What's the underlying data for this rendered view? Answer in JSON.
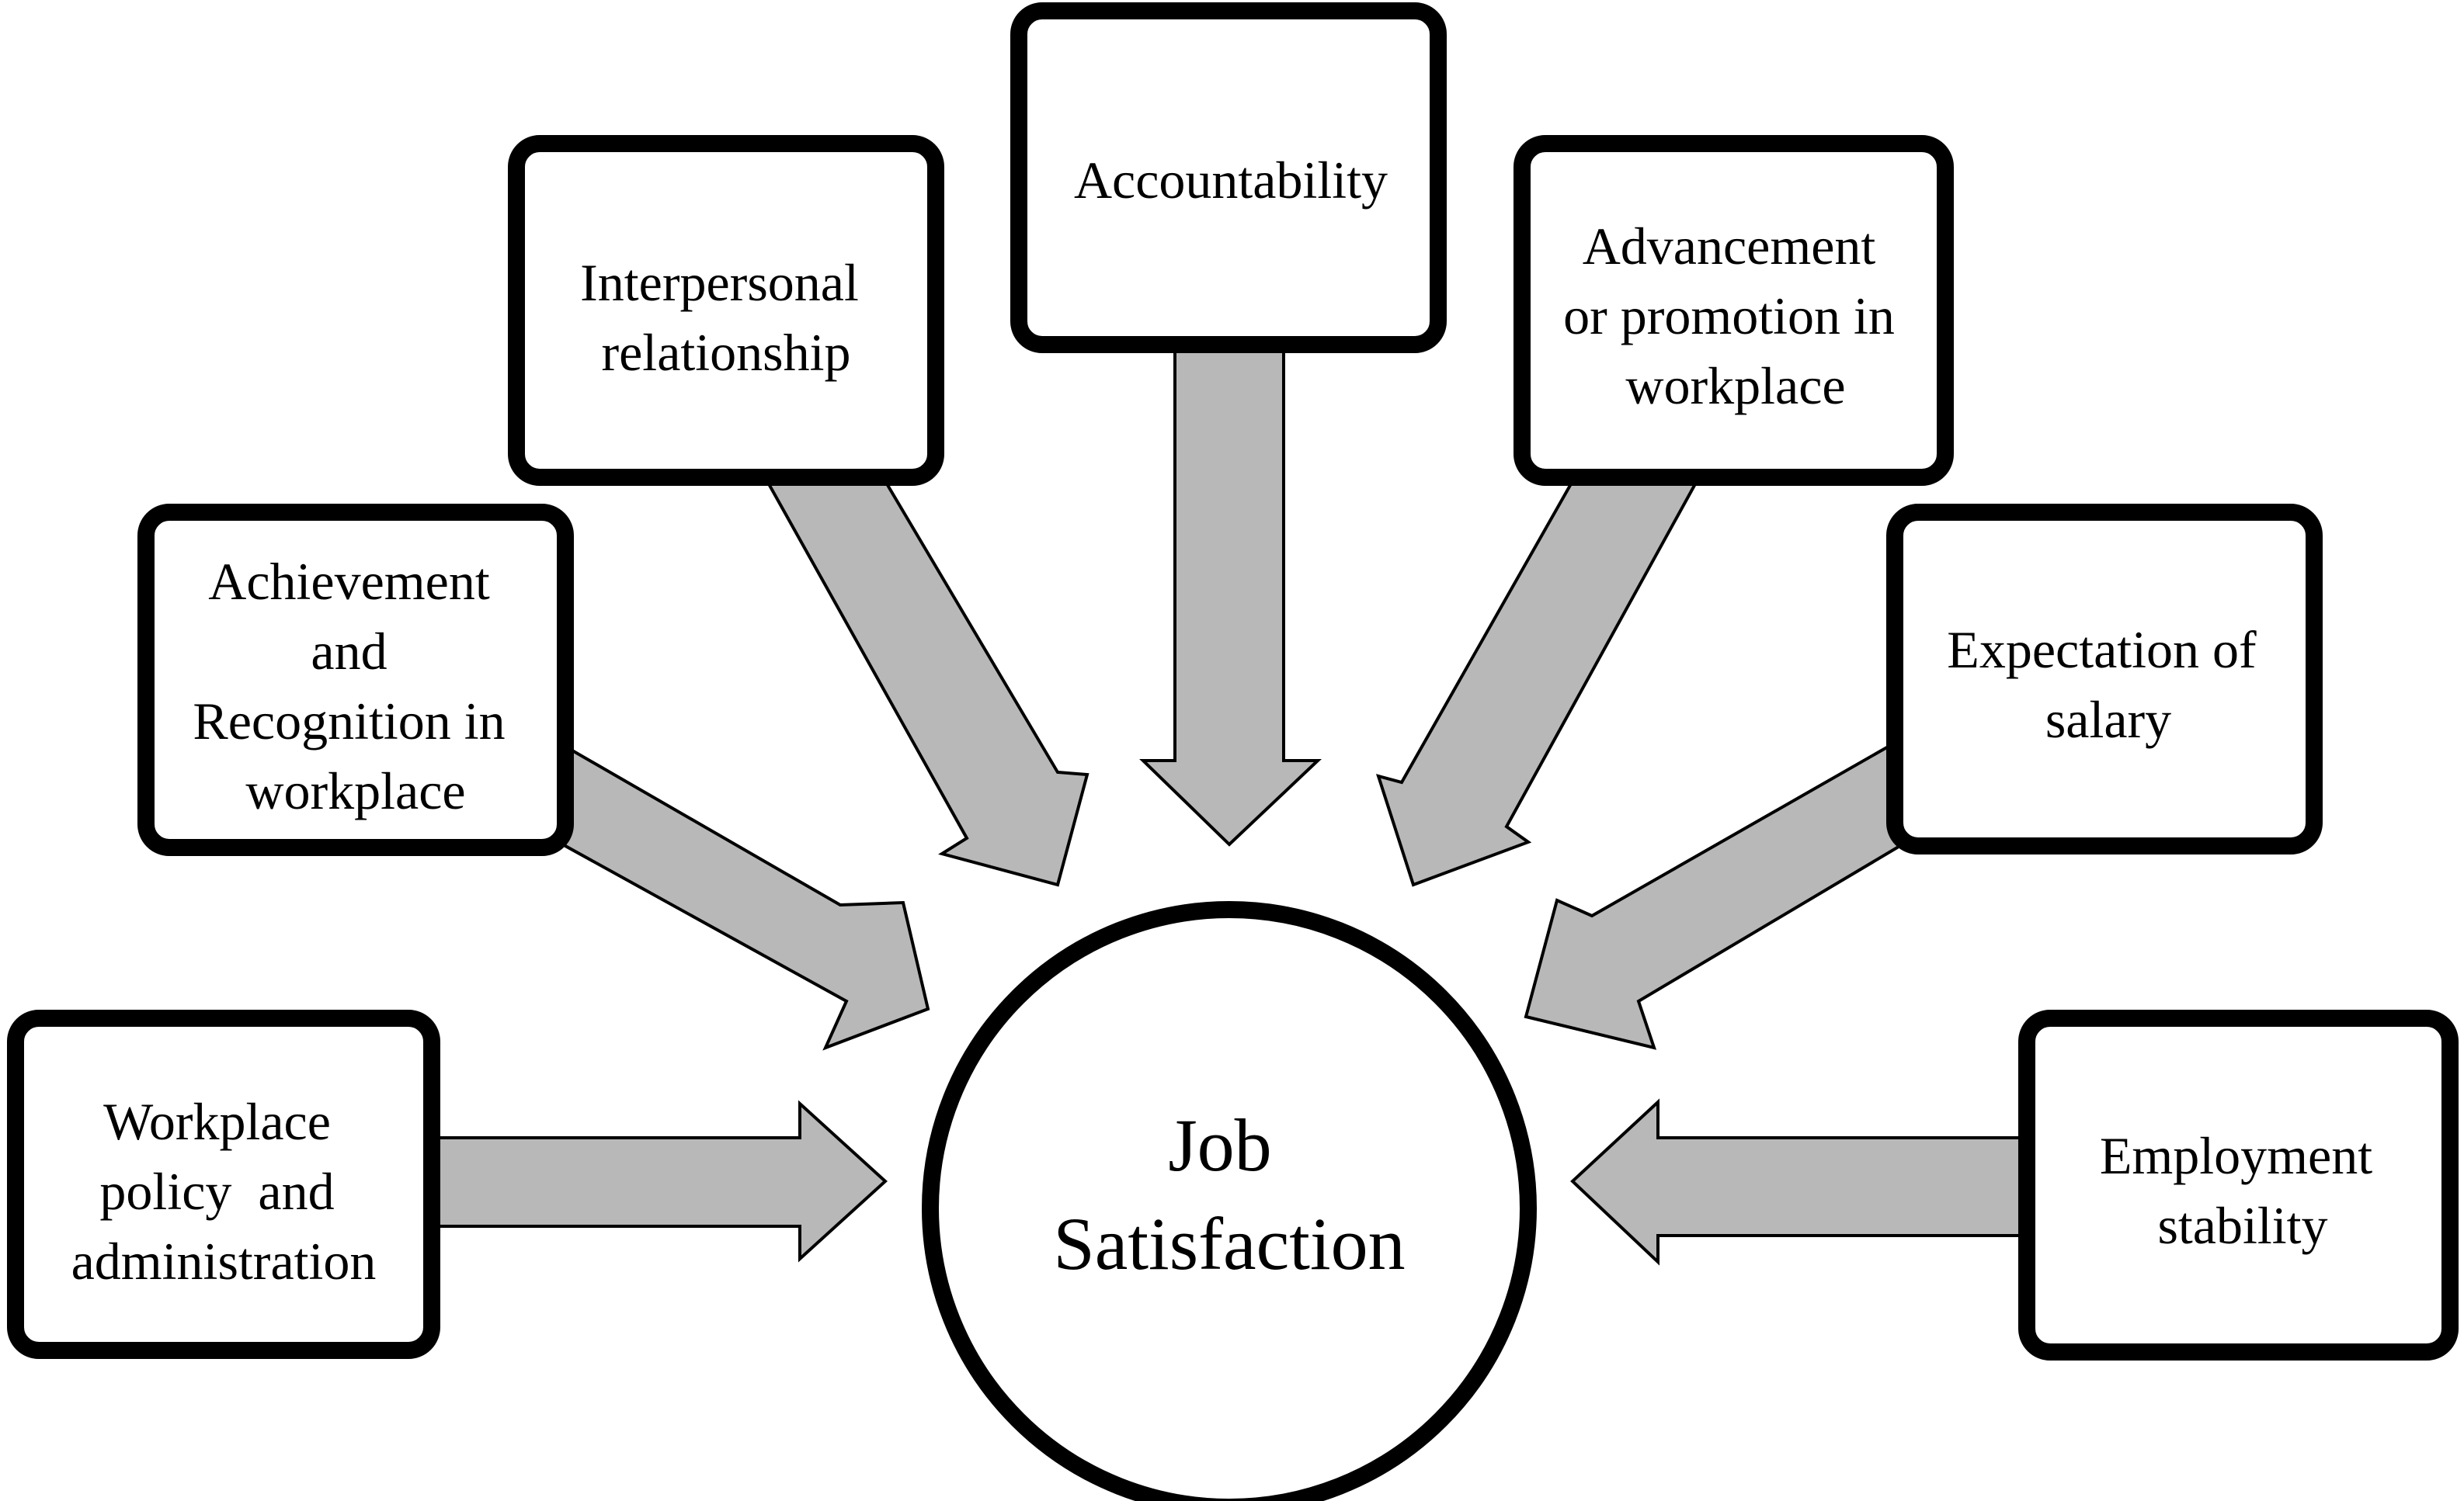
{
  "center": {
    "lines": [
      "Job",
      "Satisfaction"
    ]
  },
  "nodes": [
    {
      "id": "workplace-policy",
      "lines": [
        "Workplace",
        "policy  and",
        "administration"
      ]
    },
    {
      "id": "achievement",
      "lines": [
        "Achievement",
        "and",
        "Recognition in",
        "workplace"
      ]
    },
    {
      "id": "interpersonal",
      "lines": [
        "Interpersonal",
        "relationship"
      ]
    },
    {
      "id": "accountability",
      "lines": [
        "Accountability"
      ]
    },
    {
      "id": "advancement",
      "lines": [
        "Advancement",
        "or promotion in",
        "workplace"
      ]
    },
    {
      "id": "expectation-salary",
      "lines": [
        "Expectation of",
        "salary"
      ]
    },
    {
      "id": "employment-stability",
      "lines": [
        "Employment",
        "stability"
      ]
    }
  ],
  "colors": {
    "arrow_fill": "#b8b8b8",
    "stroke": "#000000",
    "background": "#ffffff"
  }
}
